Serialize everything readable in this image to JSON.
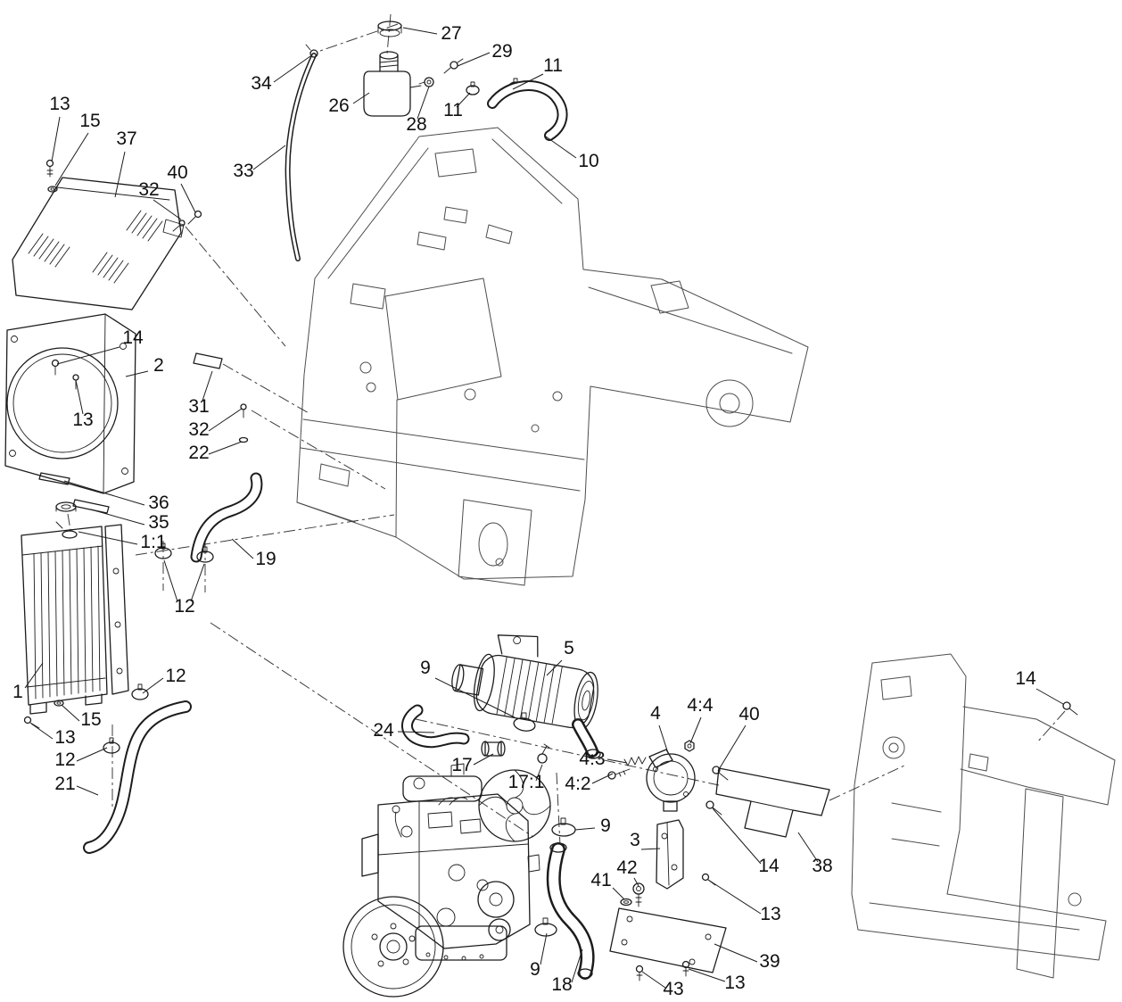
{
  "diagram": {
    "figure_type": "exploded-parts-diagram",
    "subject": "radiator, cooling hoses, air cleaner and engine assembly with chassis frames",
    "colors": {
      "line": "#1c1c1c",
      "ghost_frame": "#4d4d4d",
      "background": "#ffffff"
    },
    "callouts": [
      {
        "label": "27"
      },
      {
        "label": "29"
      },
      {
        "label": "34"
      },
      {
        "label": "26"
      },
      {
        "label": "28"
      },
      {
        "label": "11"
      },
      {
        "label": "11"
      },
      {
        "label": "10"
      },
      {
        "label": "13"
      },
      {
        "label": "15"
      },
      {
        "label": "37"
      },
      {
        "label": "32"
      },
      {
        "label": "40"
      },
      {
        "label": "33"
      },
      {
        "label": "14"
      },
      {
        "label": "2"
      },
      {
        "label": "13"
      },
      {
        "label": "31"
      },
      {
        "label": "32"
      },
      {
        "label": "22"
      },
      {
        "label": "36"
      },
      {
        "label": "35"
      },
      {
        "label": "1:1"
      },
      {
        "label": "19"
      },
      {
        "label": "12"
      },
      {
        "label": "1"
      },
      {
        "label": "12"
      },
      {
        "label": "15"
      },
      {
        "label": "13"
      },
      {
        "label": "12"
      },
      {
        "label": "21"
      },
      {
        "label": "5"
      },
      {
        "label": "9"
      },
      {
        "label": "24"
      },
      {
        "label": "17"
      },
      {
        "label": "17:1"
      },
      {
        "label": "4:3"
      },
      {
        "label": "4:2"
      },
      {
        "label": "4"
      },
      {
        "label": "4:4"
      },
      {
        "label": "40"
      },
      {
        "label": "14"
      },
      {
        "label": "9"
      },
      {
        "label": "3"
      },
      {
        "label": "42"
      },
      {
        "label": "41"
      },
      {
        "label": "14"
      },
      {
        "label": "38"
      },
      {
        "label": "13"
      },
      {
        "label": "39"
      },
      {
        "label": "9"
      },
      {
        "label": "18"
      },
      {
        "label": "43"
      },
      {
        "label": "13"
      }
    ]
  }
}
